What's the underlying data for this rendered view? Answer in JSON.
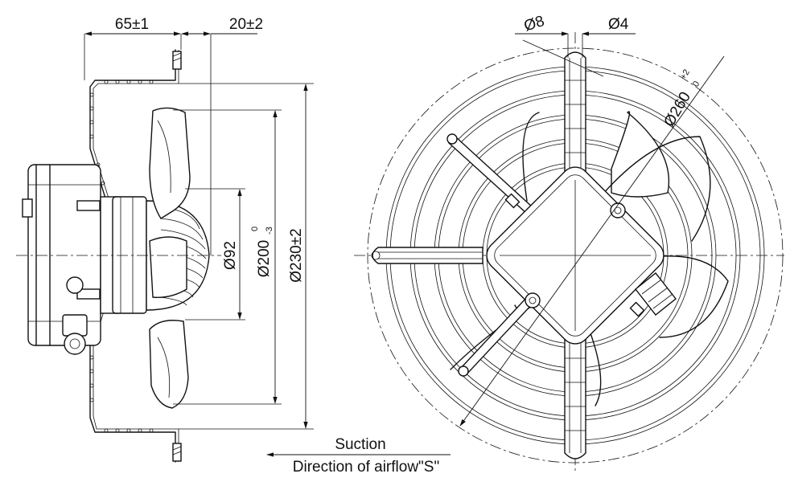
{
  "dimensions": {
    "depth": "65±1",
    "offset": "20±2",
    "dia_hub": "Ø92",
    "dia_200_main": "Ø200",
    "dia_200_upper_tol": "0",
    "dia_200_lower_tol": "-3",
    "dia_230": "Ø230±2",
    "dia_8": "Ø8",
    "dia_4": "Ø4",
    "dia_260_main": "Ø260",
    "dia_260_upper_tol": "+2",
    "dia_260_lower_tol": "0"
  },
  "airflow": {
    "label_top": "Suction",
    "label_bottom": "Direction of airflow\"S\""
  }
}
